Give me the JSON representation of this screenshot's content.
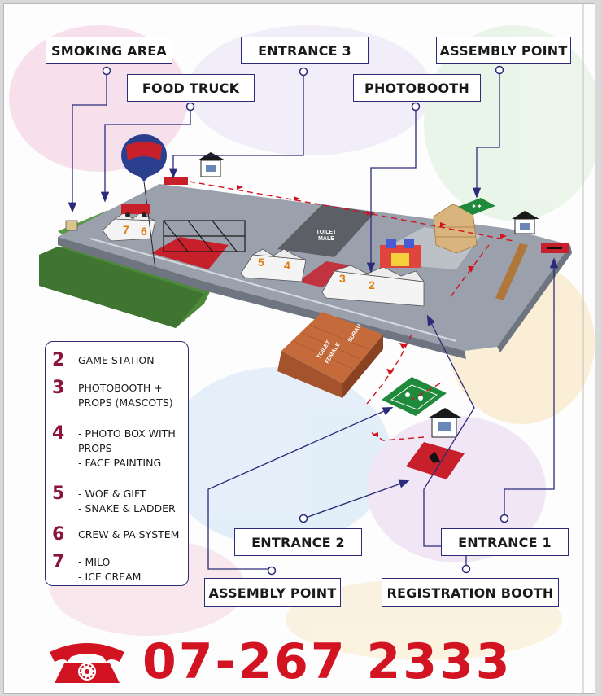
{
  "callouts": {
    "smoking_area": "SMOKING AREA",
    "food_truck": "FOOD TRUCK",
    "entrance_3": "ENTRANCE 3",
    "photobooth": "PHOTOBOOTH",
    "assembly_point_top": "ASSEMBLY POINT",
    "entrance_2": "ENTRANCE 2",
    "entrance_1": "ENTRANCE 1",
    "assembly_point_bottom": "ASSEMBLY POINT",
    "registration_booth": "REGISTRATION BOOTH"
  },
  "map_labels": {
    "toilet_male": [
      "TOILET",
      "MALE"
    ],
    "toilet_female": [
      "TOILET",
      "FEMALE"
    ],
    "surau": "SURAU",
    "zone_7": "7",
    "zone_6": "6",
    "zone_5": "5",
    "zone_4": "4",
    "zone_3": "3",
    "zone_2": "2"
  },
  "legend": [
    {
      "num": "2",
      "lines": [
        "GAME STATION"
      ]
    },
    {
      "num": "3",
      "lines": [
        "PHOTOBOOTH +",
        "PROPS (MASCOTS)"
      ]
    },
    {
      "num": "4",
      "lines": [
        "- PHOTO BOX WITH",
        "PROPS",
        "- FACE PAINTING"
      ]
    },
    {
      "num": "5",
      "lines": [
        "- WOF & GIFT",
        "- SNAKE & LADDER"
      ]
    },
    {
      "num": "6",
      "lines": [
        "CREW & PA SYSTEM"
      ]
    },
    {
      "num": "7",
      "lines": [
        "- MILO",
        "- ICE CREAM"
      ]
    }
  ],
  "contact": {
    "phone": "07-267 2333",
    "icon": "telephone-icon"
  },
  "colors": {
    "accent_red": "#d21321",
    "legend_number": "#8a1538",
    "callout_border": "#2b2b7a",
    "assembly_green": "#1f8a3c"
  }
}
